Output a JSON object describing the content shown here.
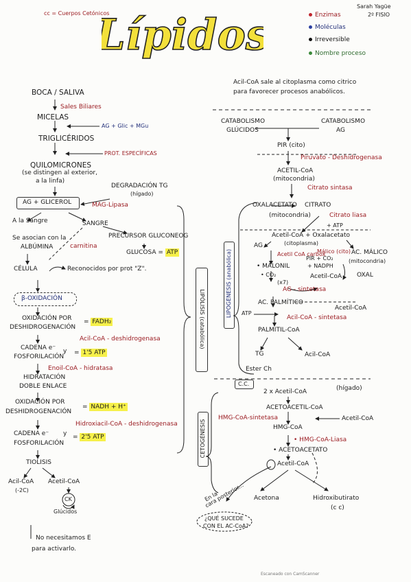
{
  "header": {
    "title": "Lípidos",
    "abbrev_note": "cc = Cuerpos Cetónicos",
    "author": "Sarah Yagüe",
    "course": "2º FISIO",
    "legend": [
      {
        "label": "Enzimas",
        "color": "#9b1c22"
      },
      {
        "label": "Moléculas",
        "color": "#23307a"
      },
      {
        "label": "Irreversible",
        "color": "#111111"
      },
      {
        "label": "Nombre proceso",
        "color": "#2f6b2f"
      }
    ],
    "note_right": "Acil-CoA sale al citoplasma como citrico para favorecer procesos anabólicos."
  },
  "digestion": {
    "start": "BOCA / SALIVA",
    "bile": "Sales Biliares",
    "micelas": "MICELAS",
    "micelas_inputs": "AG + Glic + MGu",
    "triglicerido": "TRIGLICÉRIDOS",
    "prot": "PROT. ESPECÍFICAS",
    "quilomicrones": "QUILOMICRONES",
    "quilo_note_1": "(se distingen al exterior,",
    "quilo_note_2": "a la linfa)",
    "ag_glicerol": "AG + GLICEROL",
    "degradacion": "DEGRADACIÓN TG",
    "higado": "(hígado)",
    "mag_lipasa": "MAG-Lipasa",
    "a_la_sangre": "A la Sangre",
    "sangre": "SANGRE",
    "precursor": "PRECURSOR GLUCONEOG",
    "glucosa": "GLUCOSA",
    "atp": "ATP",
    "se_asocian": "Se asocian con la",
    "albumina": "ALBÚMINA",
    "carnitina": "carnitina",
    "celula": "CÉLULA",
    "reconocidos": "Reconocidos por prot \"Z\"."
  },
  "beta": {
    "title": "β-OXIDACIÓN",
    "ox1_a": "OXIDACIÓN POR",
    "ox1_b": "DESHIDROGENACIÓN",
    "fadh": "FADH₂",
    "enz1": "Acil-CoA - deshidrogenasa",
    "cadena1_a": "CADENA e⁻",
    "cadena1_b": "FOSFORILACIÓN",
    "y": "y",
    "atp1": "1'5 ATP",
    "enz2": "Enoil-CoA - hidratasa",
    "hidra_a": "HIDRATACIÓN",
    "hidra_b": "DOBLE ENLACE",
    "ox2_a": "OXIDACIÓN POR",
    "ox2_b": "DESHIDROGENACIÓN",
    "nadh": "NADH + H⁺",
    "enz3": "Hidroxiacil-CoA - deshidrogenasa",
    "cadena2_a": "CADENA e⁻",
    "cadena2_b": "FOSFORILACIÓN",
    "atp2": "2'5 ATP",
    "tiolisis": "TIOLISIS",
    "acil": "Acil-CoA",
    "acil_note": "(-2C)",
    "acetil": "Acetil-CoA",
    "ck": "CK",
    "glucidos": "Glúcidos",
    "note_1": "No necesitamos E",
    "note_2": "para activarlo.",
    "side_label": "LIPÓLISIS (catabólica)"
  },
  "right": {
    "catab_glu_a": "CATABOLISMO",
    "catab_glu_b": "GLÚCIDOS",
    "catab_ag_a": "CATABOLISMO",
    "catab_ag_b": "AG",
    "pir_cito": "PIR (cito)",
    "piruvato_enz": "Piruvato - Deshidrogenasa",
    "acetil_mito_a": "ACETIL-CoA",
    "acetil_mito_b": "(mitocondria)",
    "citrato_sintasa": "Citrato sintasa",
    "oxalacetato": "OXALACETATO",
    "citrato": "CITRATO",
    "mitocondria": "(mitocondria)",
    "citrato_liasa": "Citrato liasa",
    "atp_plus": "+ ATP",
    "acetil_oxa": "Acetil-CoA + Oxalacetato",
    "citoplasma": "(citoplasma)",
    "ag": "AG",
    "acetil_carbox": "Acetil CoA carbox",
    "malico": "Málico (cito)",
    "pir_co2": "PIR + CO₂",
    "nadph": "+ NADPH",
    "ac_malico_a": "AC. MÁLICO",
    "ac_malico_b": "(mitocondria)",
    "oxal": "OXAL",
    "malonil": "MALONIL",
    "co2": "CO₂",
    "acetil_coa_small": "Acetil-CoA",
    "x7": "(x7)",
    "ag_sintetasa": "AG - sintetasa",
    "ac_palmitico": "AC. PALMÍTICO",
    "acetil_coa_right": "Acetil-CoA",
    "atp_in": "ATP",
    "acil_sintetasa": "Acil-CoA - sintetasa",
    "palmitil": "PALMITIL-CoA",
    "tg": "TG",
    "ester": "Ester Ch",
    "acil_coa_out": "Acil-CoA",
    "lipo_label": "LIPOGÉNESIS (anabólica)"
  },
  "cc": {
    "box": "C.C.",
    "higado": "(hígado)",
    "two_acetil": "2 x Acetil-CoA",
    "acetoacetil": "ACETOACETIL-CoA",
    "acetil_in": "Acetil-CoA",
    "hmg_sint": "HMG-CoA-sintetasa",
    "hmg": "HMG-CoA",
    "hmg_liasa": "HMG-CoA-Liasa",
    "acetoacetato": "ACETOACETATO",
    "acetil": "Acetil-CoA",
    "enla_a": "En la",
    "enla_b": "cara posterior...",
    "question_a": "¿QUÉ SUCEDE",
    "question_b": "CON EL AC-CoA?",
    "acetona": "Acetona",
    "hidroxi": "Hidroxibutirato",
    "cc_small": "(c c)",
    "cetogenesis": "CETOGÉNESIS"
  },
  "footer": "Escaneado con CamScanner"
}
